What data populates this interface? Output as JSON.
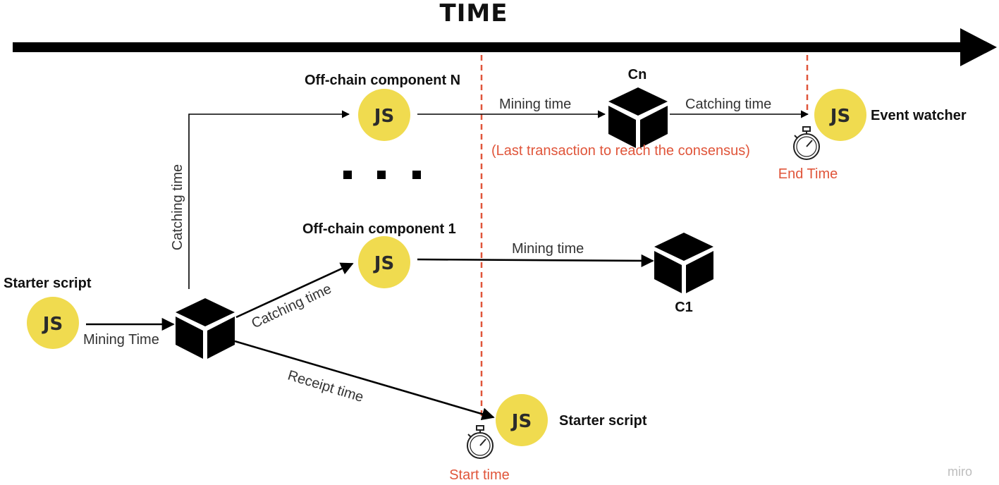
{
  "title": "TIME",
  "js_badge_label": "JS",
  "labels": {
    "offchain_n": "Off-chain component N",
    "offchain_1": "Off-chain component 1",
    "starter_left": "Starter script",
    "starter_bottom": "Starter script",
    "event_watcher": "Event watcher",
    "cn": "Cn",
    "c1": "C1"
  },
  "edges": {
    "mining_time_top": "Mining time",
    "catching_time_top": "Catching time",
    "catching_time_vertical": "Catching time",
    "catching_time_diag": "Catching time",
    "mining_time_mid": "Mining time",
    "mining_time_left": "Mining Time",
    "receipt_time": "Receipt time"
  },
  "annotations": {
    "last_transaction": "(Last transaction to reach the consensus)",
    "end_time": "End Time",
    "start_time": "Start time"
  },
  "watermark": "miro",
  "colors": {
    "js_yellow": "#f0db4f",
    "accent_red": "#e0553a",
    "black": "#000000"
  }
}
